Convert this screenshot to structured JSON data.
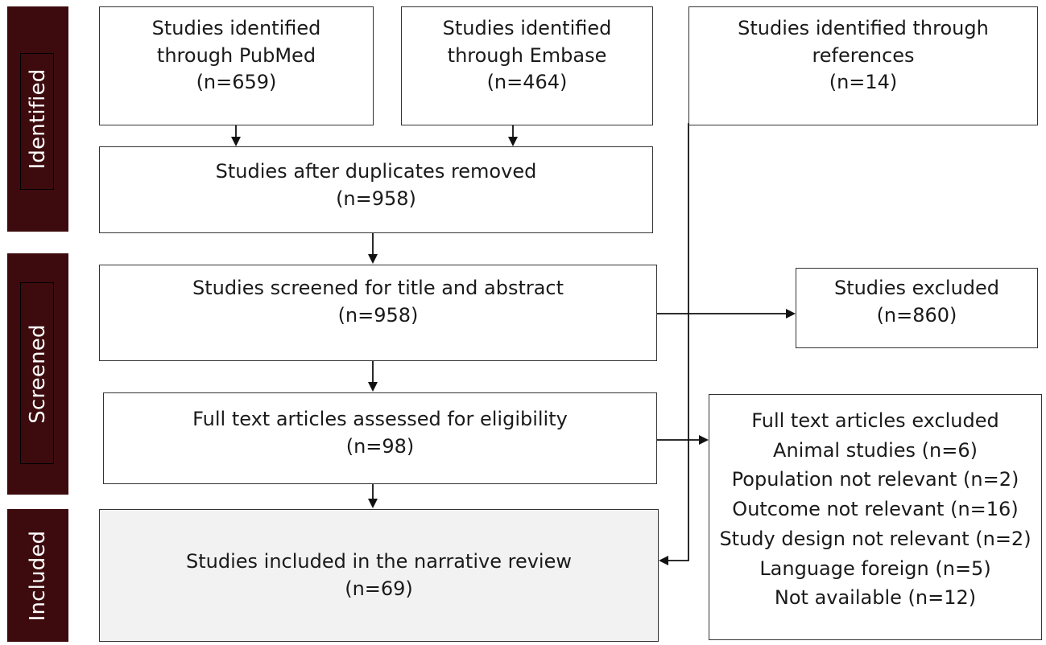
{
  "stages": {
    "identified": "Identified",
    "screened": "Screened",
    "included": "Included"
  },
  "boxes": {
    "pubmed": {
      "line1": "Studies identified",
      "line2": "through PubMed",
      "count": "(n=659)"
    },
    "embase": {
      "line1": "Studies identified",
      "line2": "through Embase",
      "count": "(n=464)"
    },
    "references": {
      "line1": "Studies identified through",
      "line2": "references",
      "count": "(n=14)"
    },
    "duplicates_removed": {
      "line1": "Studies after duplicates removed",
      "count": "(n=958)"
    },
    "screened": {
      "line1": "Studies screened for title and abstract",
      "count": "(n=958)"
    },
    "excluded": {
      "line1": "Studies excluded",
      "count": "(n=860)"
    },
    "full_text": {
      "line1": "Full text articles assessed for eligibility",
      "count": "(n=98)"
    },
    "full_text_excluded": {
      "title": "Full text articles excluded",
      "reasons": [
        "Animal studies (n=6)",
        "Population not relevant (n=2)",
        "Outcome not relevant (n=16)",
        "Study design not relevant (n=2)",
        "Language foreign (n=5)",
        "Not available (n=12)"
      ]
    },
    "included": {
      "line1": "Studies included in the narrative review",
      "count": "(n=69)"
    }
  }
}
